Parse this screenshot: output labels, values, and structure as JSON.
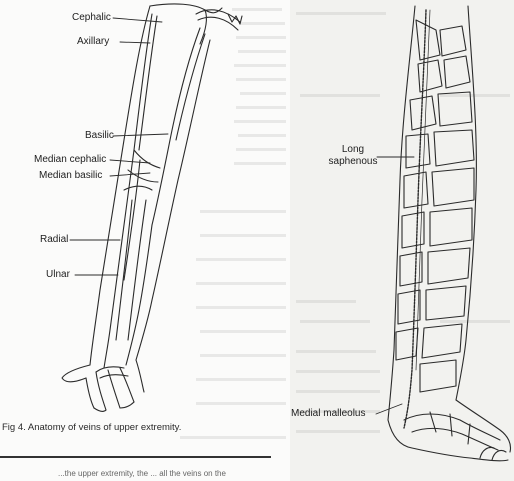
{
  "figure": {
    "arm_labels": {
      "cephalic": "Cephalic",
      "axillary": "Axillary",
      "basilic": "Basilic",
      "median_cephalic": "Median cephalic",
      "median_basilic": "Median basilic",
      "radial": "Radial",
      "ulnar": "Ulnar"
    },
    "leg_labels": {
      "long_saphenous_line1": "Long",
      "long_saphenous_line2": "saphenous",
      "medial_malleolus": "Medial malleolus"
    },
    "caption": "Fig 4. Anatomy of veins of upper extremity.",
    "cut_text": "...the upper extremity, the ... all the veins on the"
  }
}
